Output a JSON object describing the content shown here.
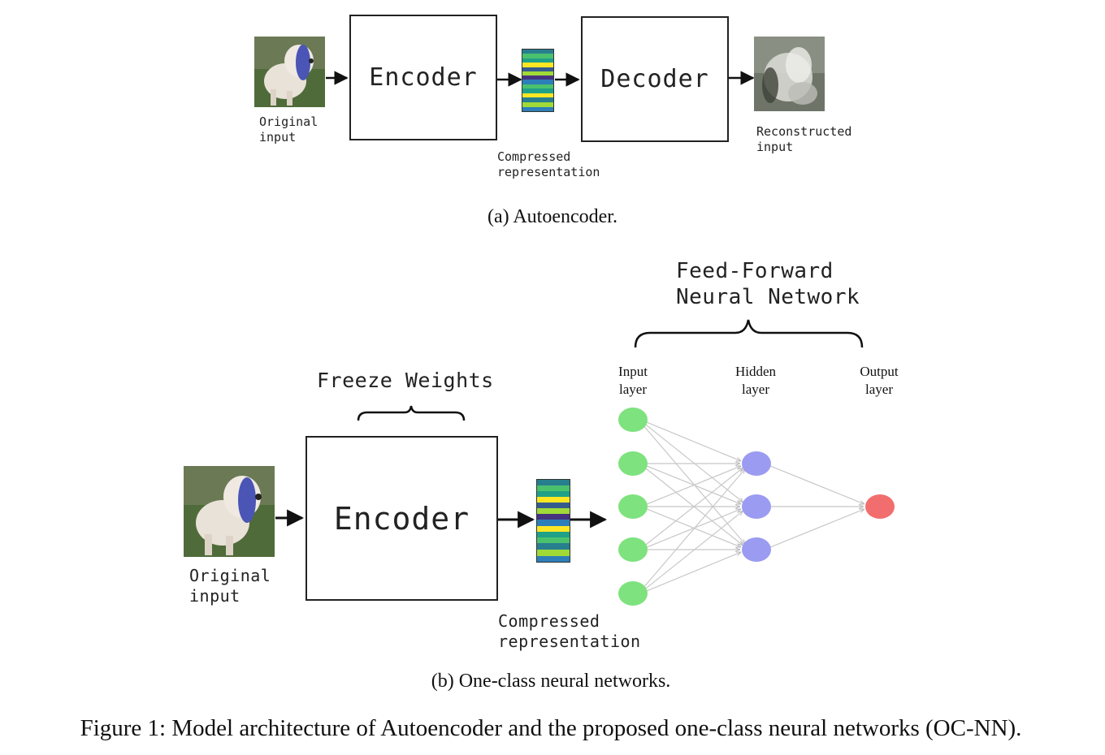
{
  "panel_a": {
    "original_input_label": "Original\ninput",
    "encoder_label": "Encoder",
    "compressed_label": "Compressed\nrepresentation",
    "decoder_label": "Decoder",
    "reconstructed_label": "Reconstructed\ninput",
    "caption": "(a) Autoencoder."
  },
  "panel_b": {
    "freeze_label": "Freeze Weights",
    "ffnn_label": "Feed-Forward\nNeural Network",
    "original_input_label": "Original\ninput",
    "encoder_label": "Encoder",
    "compressed_label": "Compressed\nrepresentation",
    "input_layer_label": "Input\nlayer",
    "hidden_layer_label": "Hidden\nlayer",
    "output_layer_label": "Output\nlayer",
    "caption": "(b) One-class neural networks."
  },
  "figure_caption": "Figure 1: Model architecture of Autoencoder and the proposed one-class neural networks (OC-NN).",
  "colors": {
    "input_node": "#7ee27e",
    "hidden_node": "#9b9bf2",
    "output_node": "#f26e6e",
    "edge": "#c8c8c8",
    "compressed_palette": [
      "#2c7fb8",
      "#1fa187",
      "#4ac16d",
      "#a0da39",
      "#fde725",
      "#365c8d",
      "#46327e",
      "#277f8e"
    ]
  }
}
